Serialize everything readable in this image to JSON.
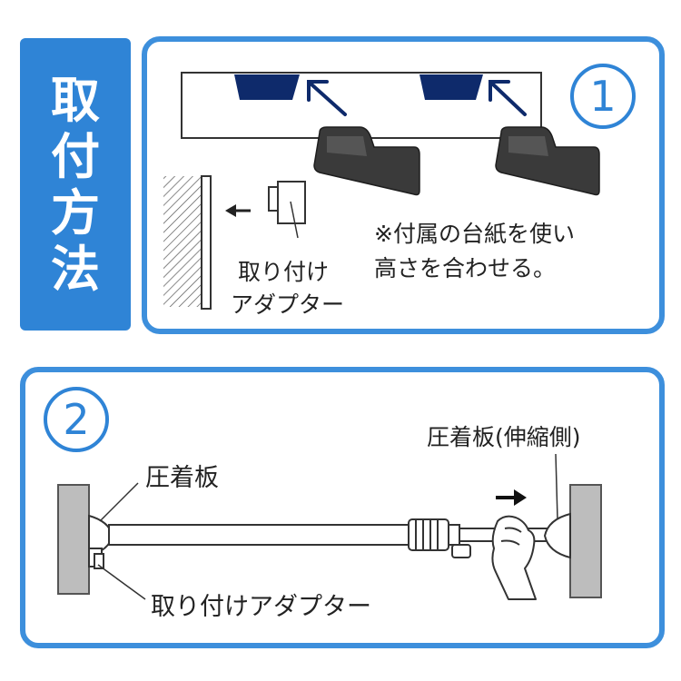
{
  "title": {
    "chars": [
      "取",
      "付",
      "方",
      "法"
    ]
  },
  "step1": {
    "number": "1",
    "adapter_label_line1": "取り付け",
    "adapter_label_line2": "アダプター",
    "note_line1": "※付属の台紙を使い",
    "note_line2": "高さを合わせる。"
  },
  "step2": {
    "number": "2",
    "plate_left_label": "圧着板",
    "plate_right_label": "圧着板(伸縮側)",
    "adapter_label": "取り付けアダプター"
  },
  "colors": {
    "accent_blue": "#2f84d6",
    "frame_blue": "#3d8fdc",
    "navy": "#0e2a6b",
    "dark_gray": "#3a3a3a",
    "wall_gray": "#bdbdbd"
  }
}
